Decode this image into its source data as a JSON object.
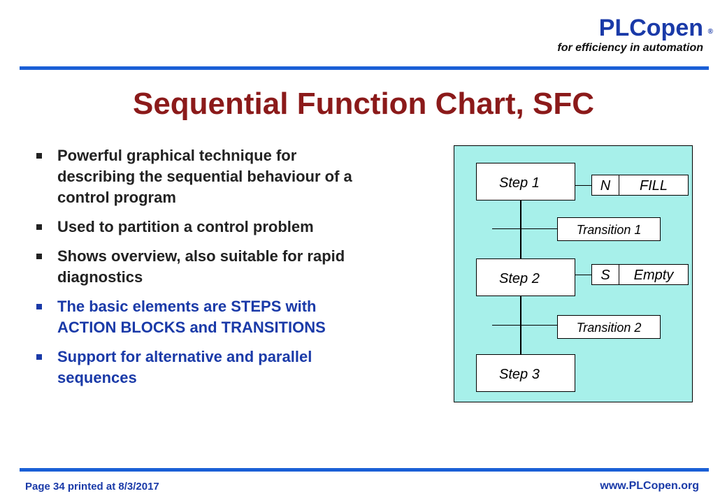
{
  "brand": {
    "name": "PLCopen",
    "registered": "®",
    "tagline": "for efficiency in automation"
  },
  "title": "Sequential Function Chart, SFC",
  "bullets": [
    "Powerful graphical technique for describing the sequential behaviour of a control program",
    "Used to partition a control problem",
    "Shows overview, also suitable for rapid diagnostics",
    "The basic elements are STEPS with ACTION BLOCKS and TRANSITIONS",
    "Support for alternative and parallel sequences"
  ],
  "sfc": {
    "steps": [
      "Step 1",
      "Step 2",
      "Step 3"
    ],
    "transitions": [
      "Transition 1",
      "Transition 2"
    ],
    "actions": [
      {
        "qualifier": "N",
        "name": "FILL"
      },
      {
        "qualifier": "S",
        "name": "Empty"
      }
    ]
  },
  "colors": {
    "brand": "#1a3aa8",
    "title": "#8b1a1a",
    "rule": "#1a5fd6",
    "diagram_bg": "#a7f0ea"
  },
  "footer": {
    "page_label": "Page  34  printed at 8/3/2017",
    "url": "www.PLCopen.org"
  }
}
